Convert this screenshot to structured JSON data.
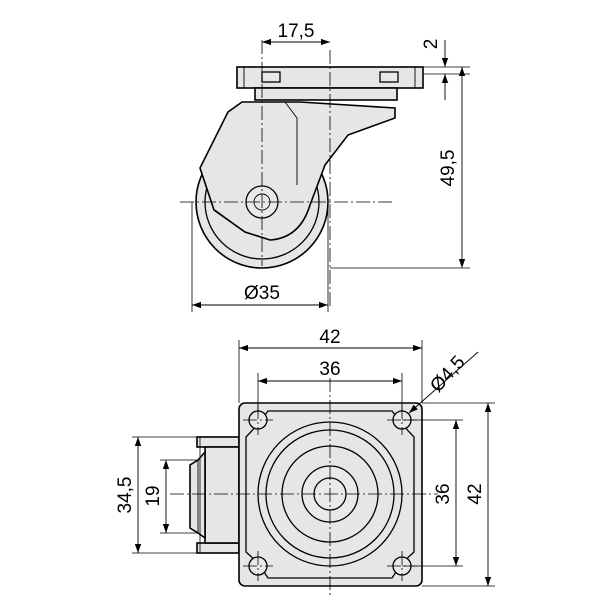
{
  "dimensions": {
    "top_plate_offset": "17,5",
    "plate_thickness": "2",
    "total_height": "49,5",
    "wheel_diameter": "Ø35",
    "plate_width": "42",
    "hole_spacing_x": "36",
    "hole_diameter": "Ø4,5",
    "plate_height": "42",
    "hole_spacing_y": "36",
    "caster_length": "34,5",
    "wheel_width": "19"
  },
  "colors": {
    "part_fill": "#e6e6e6",
    "line": "#000000",
    "background": "#ffffff"
  }
}
